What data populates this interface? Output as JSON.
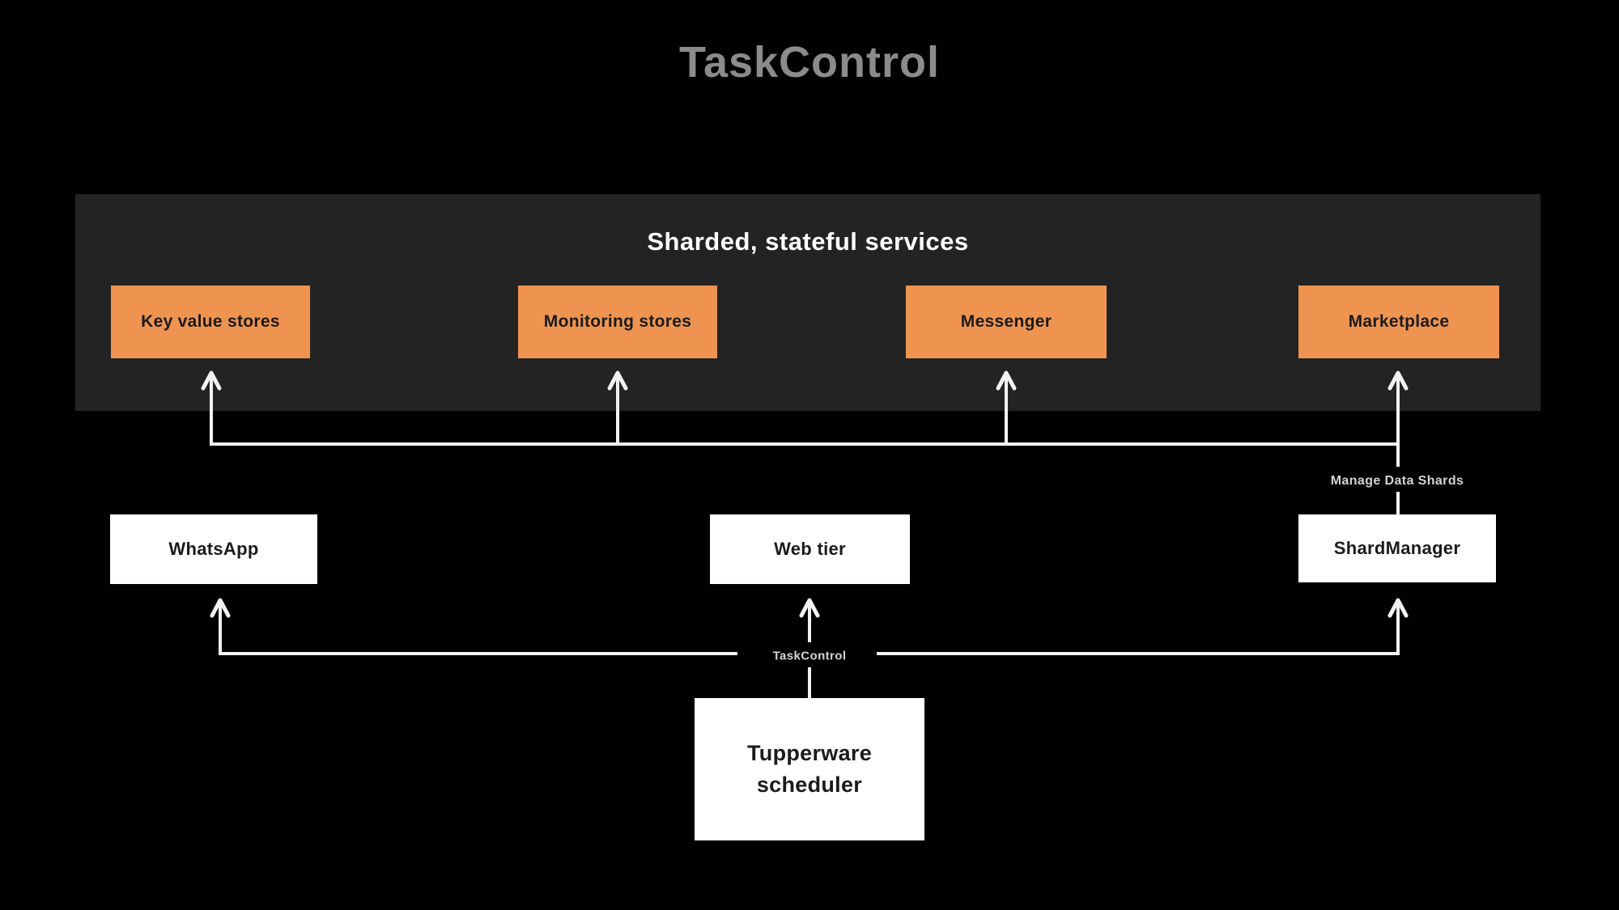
{
  "page": {
    "title": "TaskControl"
  },
  "panel": {
    "title": "Sharded, stateful services",
    "services": [
      {
        "label": "Key value stores"
      },
      {
        "label": "Monitoring stores"
      },
      {
        "label": "Messenger"
      },
      {
        "label": "Marketplace"
      }
    ]
  },
  "nodes": {
    "whatsapp": {
      "label": "WhatsApp"
    },
    "web_tier": {
      "label": "Web tier"
    },
    "shard_manager": {
      "label": "ShardManager"
    },
    "scheduler": {
      "label": "Tupperware scheduler"
    }
  },
  "connectors": {
    "manage_data_shards_label": "Manage Data Shards",
    "taskcontrol_label": "TaskControl"
  },
  "colors": {
    "background": "#000000",
    "panel-bg": "#232323",
    "service-orange": "#EF9450",
    "node-white": "#FFFFFF",
    "line": "#F2F2F2",
    "title-gray": "#8B8B8B",
    "connector-label": "#D4D4D4",
    "box-text": "#1B1B1B"
  }
}
